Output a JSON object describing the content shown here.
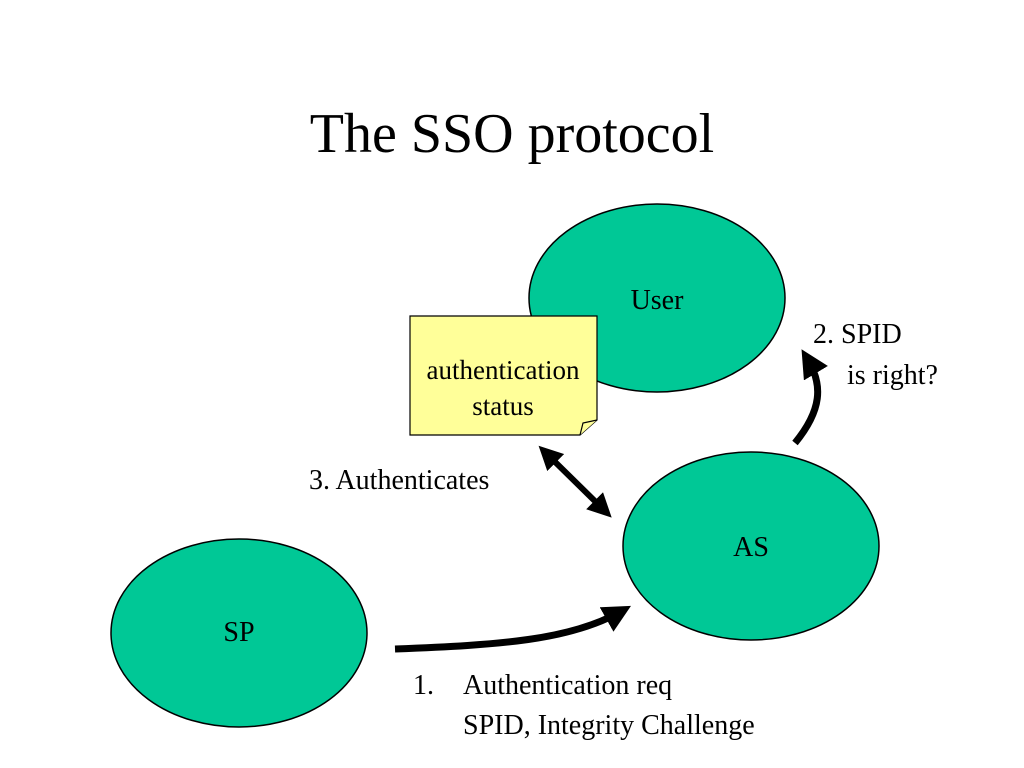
{
  "title": "The SSO protocol",
  "nodes": {
    "user": "User",
    "as": "AS",
    "sp": "SP"
  },
  "note": {
    "line1": "authentication",
    "line2": "status"
  },
  "steps": {
    "step1_number": "1.",
    "step1_line1": "Authentication req",
    "step1_line2": "SPID, Integrity Challenge",
    "step2_line1": "2. SPID",
    "step2_line2": "is right?",
    "step3": "3. Authenticates"
  },
  "colors": {
    "node_fill": "#00c896",
    "note_fill": "#ffff99",
    "stroke": "#000000"
  }
}
